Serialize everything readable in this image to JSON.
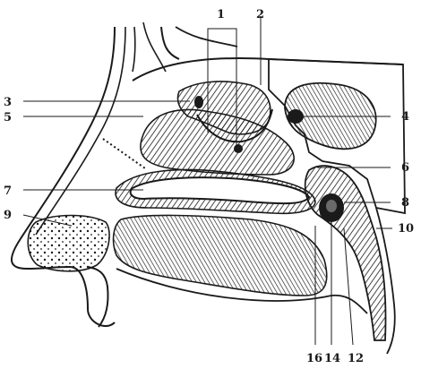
{
  "figure": {
    "labels": [
      {
        "id": "l1",
        "text": "1"
      },
      {
        "id": "l2",
        "text": "2"
      },
      {
        "id": "l3",
        "text": "3"
      },
      {
        "id": "l5",
        "text": "5"
      },
      {
        "id": "l4",
        "text": "4"
      },
      {
        "id": "l6",
        "text": "6"
      },
      {
        "id": "l7",
        "text": "7"
      },
      {
        "id": "l8",
        "text": "8"
      },
      {
        "id": "l9",
        "text": "9"
      },
      {
        "id": "l10",
        "text": "10"
      },
      {
        "id": "l16",
        "text": "16"
      },
      {
        "id": "l14",
        "text": "14"
      },
      {
        "id": "l12",
        "text": "12"
      }
    ]
  },
  "colors": {
    "ink": "#1a1a1a",
    "shade": "#6a6a6a",
    "paper": "#ffffff"
  }
}
